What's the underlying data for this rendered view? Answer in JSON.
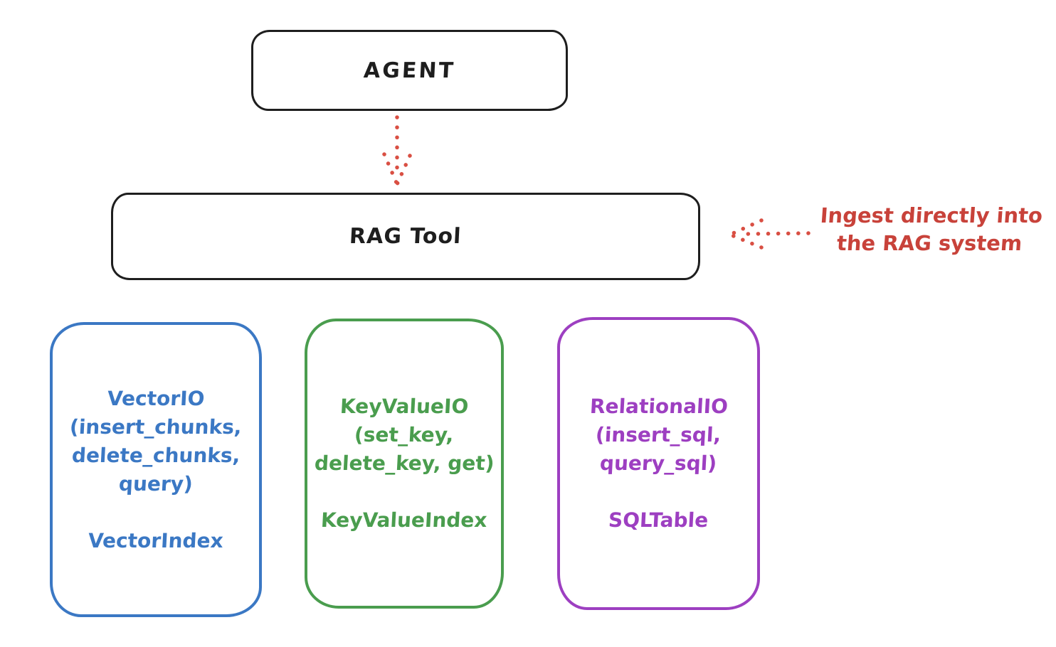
{
  "diagram": {
    "agent": {
      "label": "AGENT"
    },
    "rag_tool": {
      "label": "RAG Tool"
    },
    "annotation": {
      "line1": "Ingest directly into",
      "line2": "the RAG system",
      "color": "#c8423a"
    },
    "arrows": {
      "agent_to_rag": "dotted-down-arrow",
      "ingest_to_rag": "dotted-left-arrow",
      "color": "#d94f43"
    },
    "cards": [
      {
        "id": "vector-io",
        "lines": [
          "VectorIO",
          "(insert_chunks,",
          "delete_chunks,",
          "query)"
        ],
        "index_label": "VectorIndex",
        "color": "#3b78c4"
      },
      {
        "id": "keyvalue-io",
        "lines": [
          "KeyValueIO",
          "(set_key,",
          "delete_key, get)"
        ],
        "index_label": "KeyValueIndex",
        "color": "#4a9d4e"
      },
      {
        "id": "relational-io",
        "lines": [
          "RelationalIO",
          "(insert_sql,",
          "query_sql)"
        ],
        "index_label": "SQLTable",
        "color": "#9d3fc1"
      }
    ],
    "colors": {
      "stroke": "#1e1e1e",
      "background": "#ffffff"
    }
  }
}
